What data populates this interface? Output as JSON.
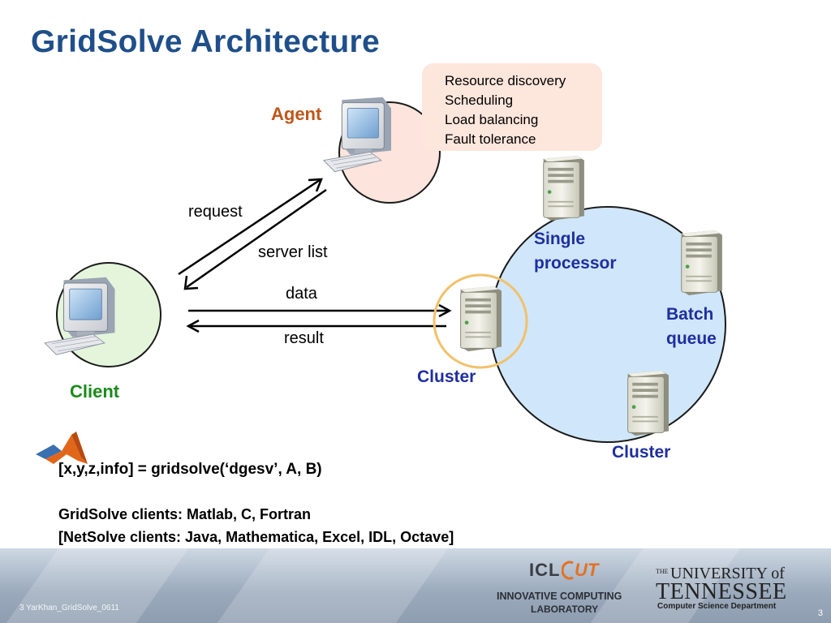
{
  "title": "GridSolve Architecture",
  "agent": {
    "label": "Agent",
    "label_color": "#c0561a",
    "duties": [
      "Resource discovery",
      "Scheduling",
      "Load balancing",
      "Fault tolerance"
    ]
  },
  "client": {
    "label": "Client",
    "label_color": "#1a8a1a"
  },
  "arrows": {
    "request": "request",
    "server_list": "server list",
    "data": "data",
    "result": "result"
  },
  "servers": {
    "single": "Single processor",
    "single_line1": "Single",
    "single_line2": "processor",
    "batch_line1": "Batch",
    "batch_line2": "queue",
    "cluster_left": "Cluster",
    "cluster_bottom": "Cluster"
  },
  "code_line": "[x,y,z,info] = gridsolve(‘dgesv’, A, B)",
  "clients_line1": "GridSolve clients: Matlab, C, Fortran",
  "clients_line2": "[NetSolve clients: Java, Mathematica, Excel, IDL, Octave]",
  "footer": {
    "note": "3 YarKhan_GridSolve_0611",
    "page_number": "3",
    "icl_text": "ICL",
    "icl_ut": "UT",
    "icl_line1": "INNOVATIVE COMPUTING",
    "icl_line2": "LABORATORY",
    "ut_the": "THE",
    "ut_university": "UNIVERSITY of",
    "ut_tennessee": "TENNESSEE",
    "ut_dept": "Computer Science Department"
  },
  "icons": [
    "computer-icon",
    "server-icon",
    "matlab-logo-icon"
  ],
  "colors": {
    "title": "#1f4f8a",
    "agent_circle_fill": "#fde4dc",
    "duties_box_fill": "#fde6dc",
    "client_circle_fill": "#e4f5dc",
    "server_pool_fill": "#d0e6fa",
    "cluster_ring": "#f2c16a",
    "blue_label": "#1f2f9f"
  }
}
